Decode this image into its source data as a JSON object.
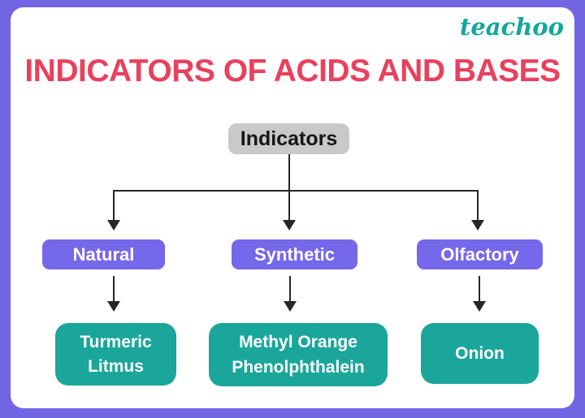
{
  "logo": "teachoo",
  "title": "INDICATORS OF ACIDS AND BASES",
  "tree": {
    "root": "Indicators",
    "branches": [
      {
        "label": "Natural",
        "items": [
          "Turmeric",
          "Litmus"
        ]
      },
      {
        "label": "Synthetic",
        "items": [
          "Methyl Orange",
          "Phenolphthalein"
        ]
      },
      {
        "label": "Olfactory",
        "items": [
          "Onion"
        ]
      }
    ]
  },
  "colors": {
    "frame_border": "#7165E4",
    "card_background": "#FFFFFF",
    "title_text": "#E8415E",
    "logo_text": "#12A79B",
    "root_box": "#C9C9C9",
    "branch_box": "#7668EA",
    "leaf_box": "#1BA69B",
    "connector": "#262626"
  }
}
